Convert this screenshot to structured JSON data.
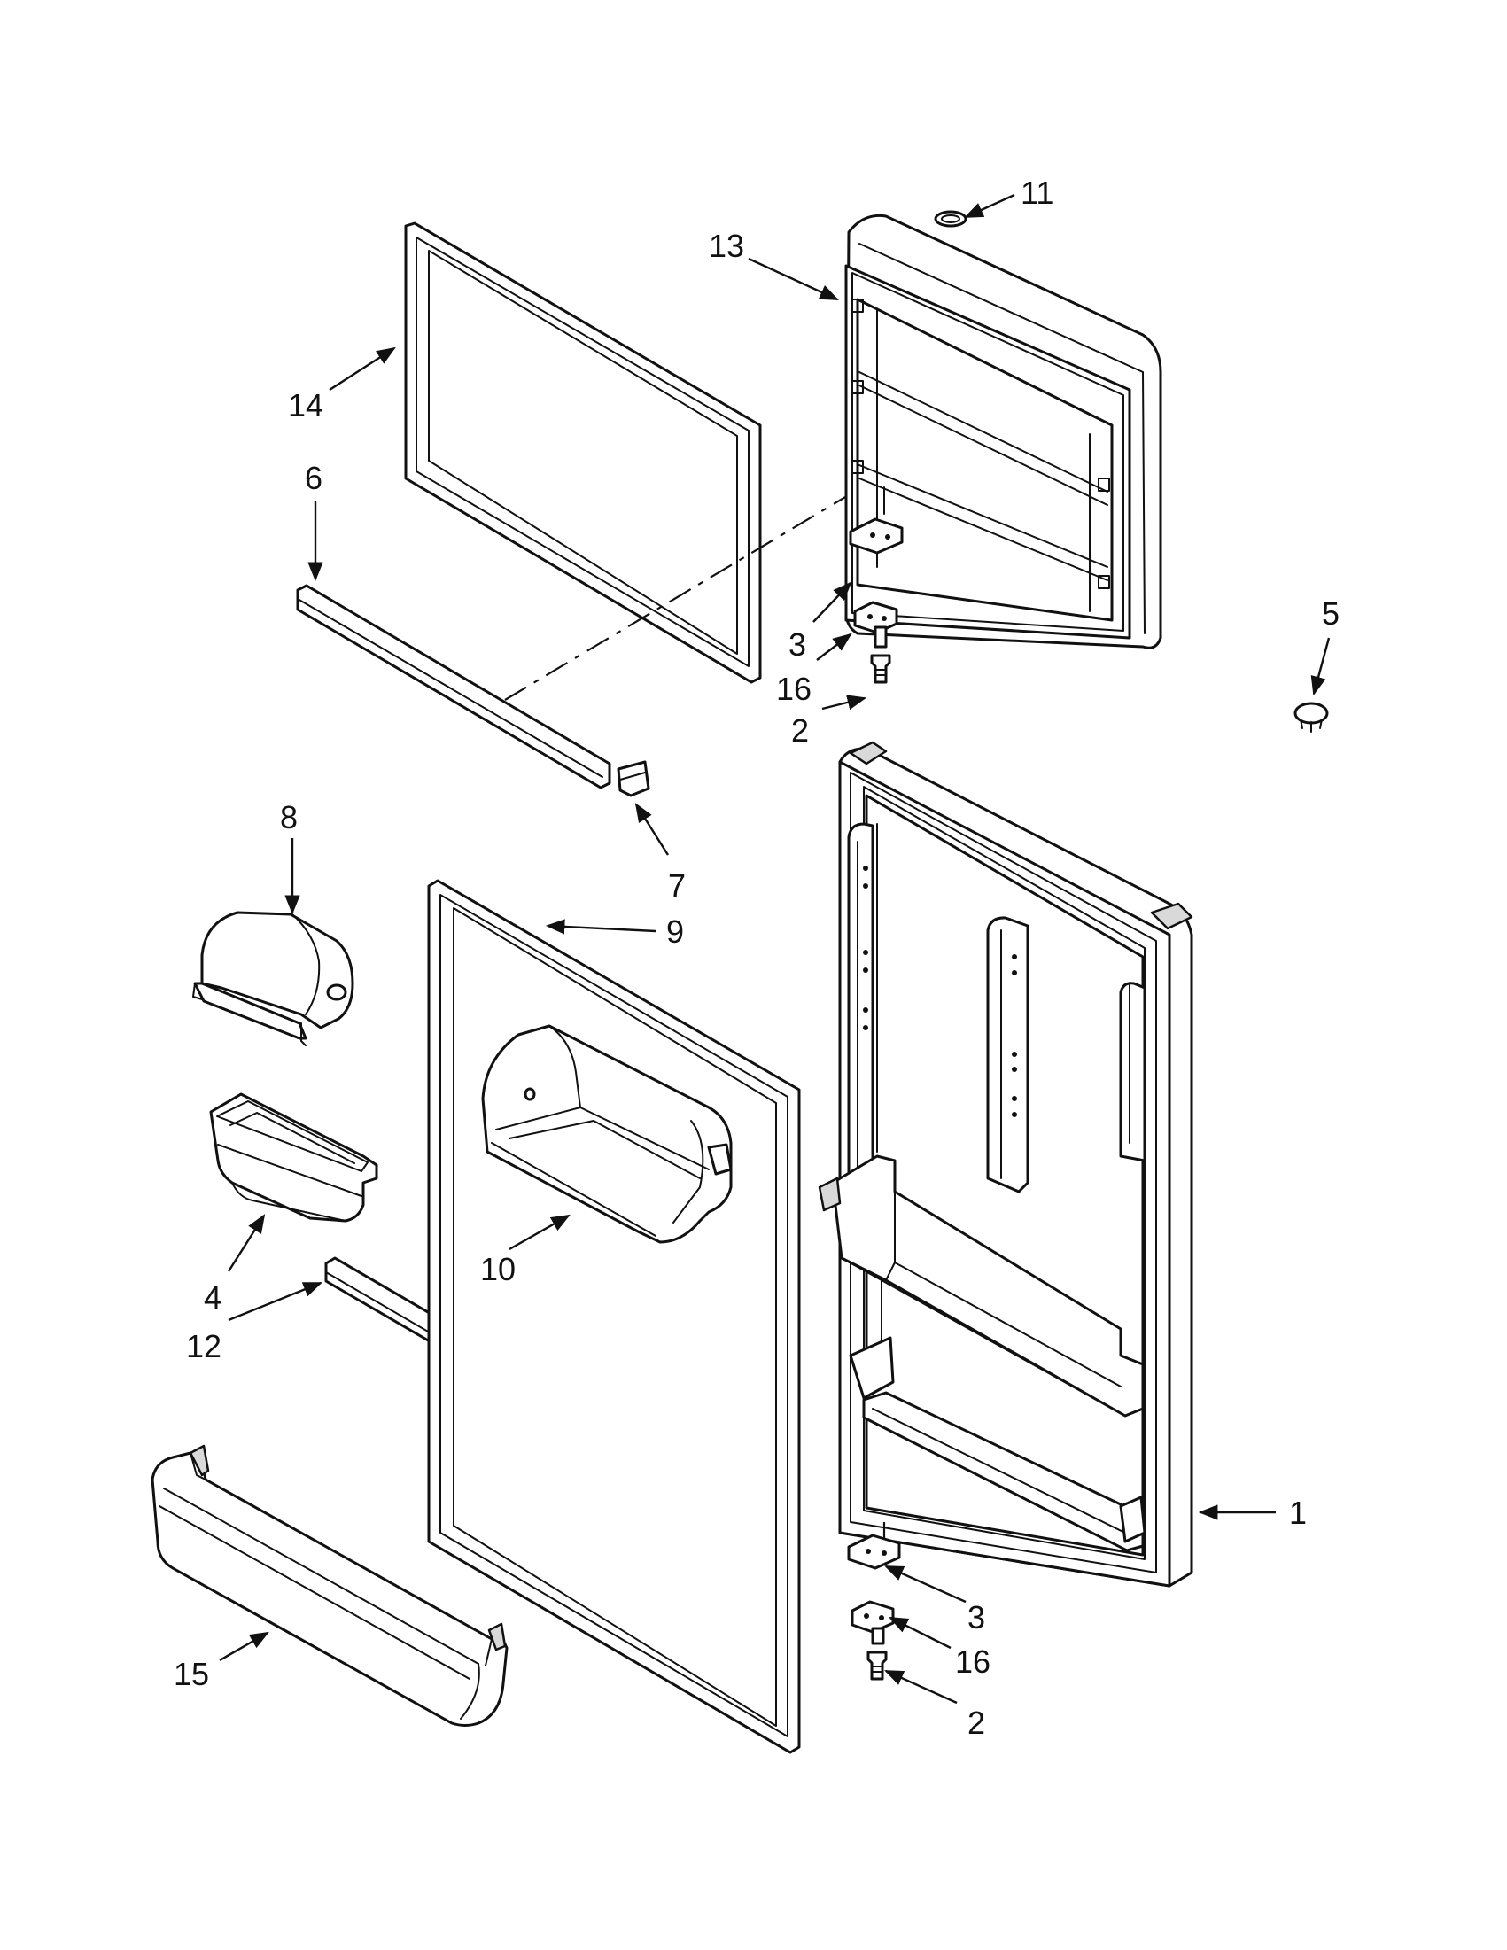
{
  "diagram": {
    "arrow_color": "#111111",
    "callouts": [
      {
        "id": "c11",
        "label": "11"
      },
      {
        "id": "c13",
        "label": "13"
      },
      {
        "id": "c14",
        "label": "14"
      },
      {
        "id": "c6",
        "label": "6"
      },
      {
        "id": "c5",
        "label": "5"
      },
      {
        "id": "c3a",
        "label": "3"
      },
      {
        "id": "c16a",
        "label": "16"
      },
      {
        "id": "c2a",
        "label": "2"
      },
      {
        "id": "c7",
        "label": "7"
      },
      {
        "id": "c8",
        "label": "8"
      },
      {
        "id": "c9",
        "label": "9"
      },
      {
        "id": "c10",
        "label": "10"
      },
      {
        "id": "c4",
        "label": "4"
      },
      {
        "id": "c12",
        "label": "12"
      },
      {
        "id": "c15",
        "label": "15"
      },
      {
        "id": "c1",
        "label": "1"
      },
      {
        "id": "c3b",
        "label": "3"
      },
      {
        "id": "c16b",
        "label": "16"
      },
      {
        "id": "c2b",
        "label": "2"
      }
    ]
  }
}
